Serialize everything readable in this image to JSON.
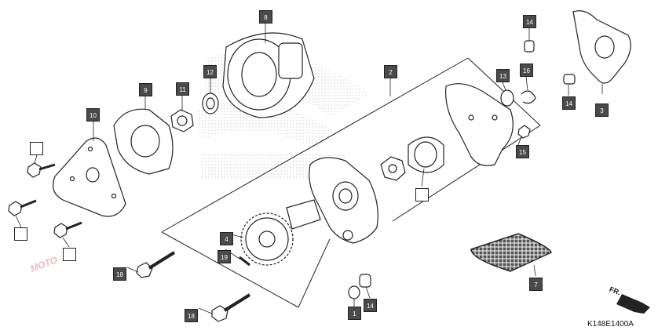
{
  "diagram": {
    "part_code": "K148E1400A",
    "direction_label": "FR.",
    "watermark_text": "MOTO",
    "callouts": [
      {
        "num": "1"
      },
      {
        "num": "2"
      },
      {
        "num": "3"
      },
      {
        "num": "4"
      },
      {
        "num": "7"
      },
      {
        "num": "8"
      },
      {
        "num": "9"
      },
      {
        "num": "10"
      },
      {
        "num": "11"
      },
      {
        "num": "12"
      },
      {
        "num": "13"
      },
      {
        "num": "14"
      },
      {
        "num": "14"
      },
      {
        "num": "14"
      },
      {
        "num": "15"
      },
      {
        "num": "16"
      },
      {
        "num": "18"
      },
      {
        "num": "18"
      },
      {
        "num": "19"
      }
    ]
  }
}
